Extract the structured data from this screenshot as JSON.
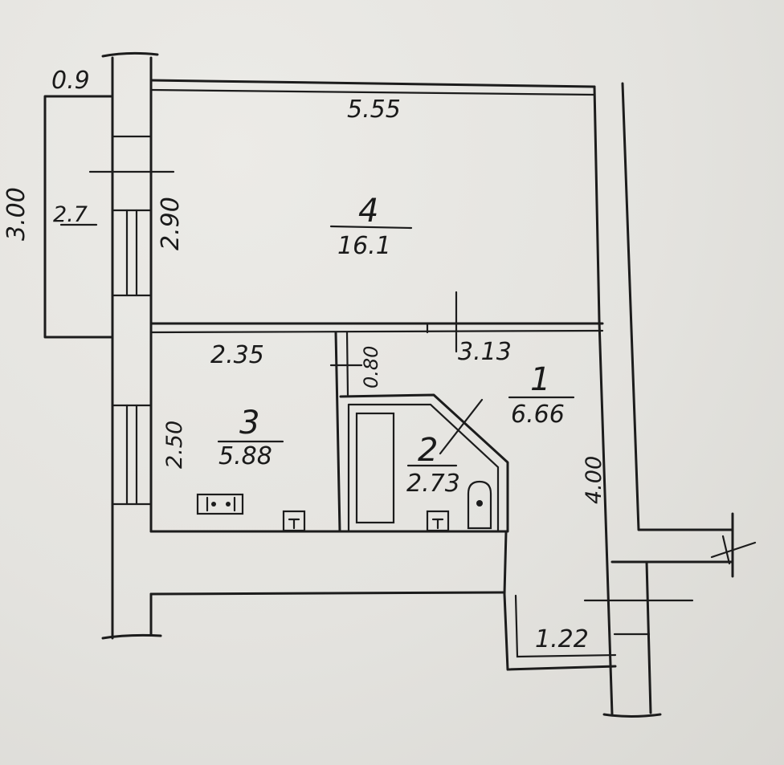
{
  "plan": {
    "dimensions": {
      "balcony_depth": "0.9",
      "balcony_length": "3.00",
      "balcony_area": "2.7",
      "room4_width": "5.55",
      "room4_depth": "2.90",
      "room3_width": "2.35",
      "room3_depth": "2.50",
      "bath_door": "0.80",
      "hall_width": "3.13",
      "hall_depth": "4.00",
      "corridor_width": "1.22"
    },
    "rooms": [
      {
        "number": "4",
        "area": "16.1"
      },
      {
        "number": "3",
        "area": "5.88"
      },
      {
        "number": "2",
        "area": "2.73"
      },
      {
        "number": "1",
        "area": "6.66"
      }
    ]
  }
}
